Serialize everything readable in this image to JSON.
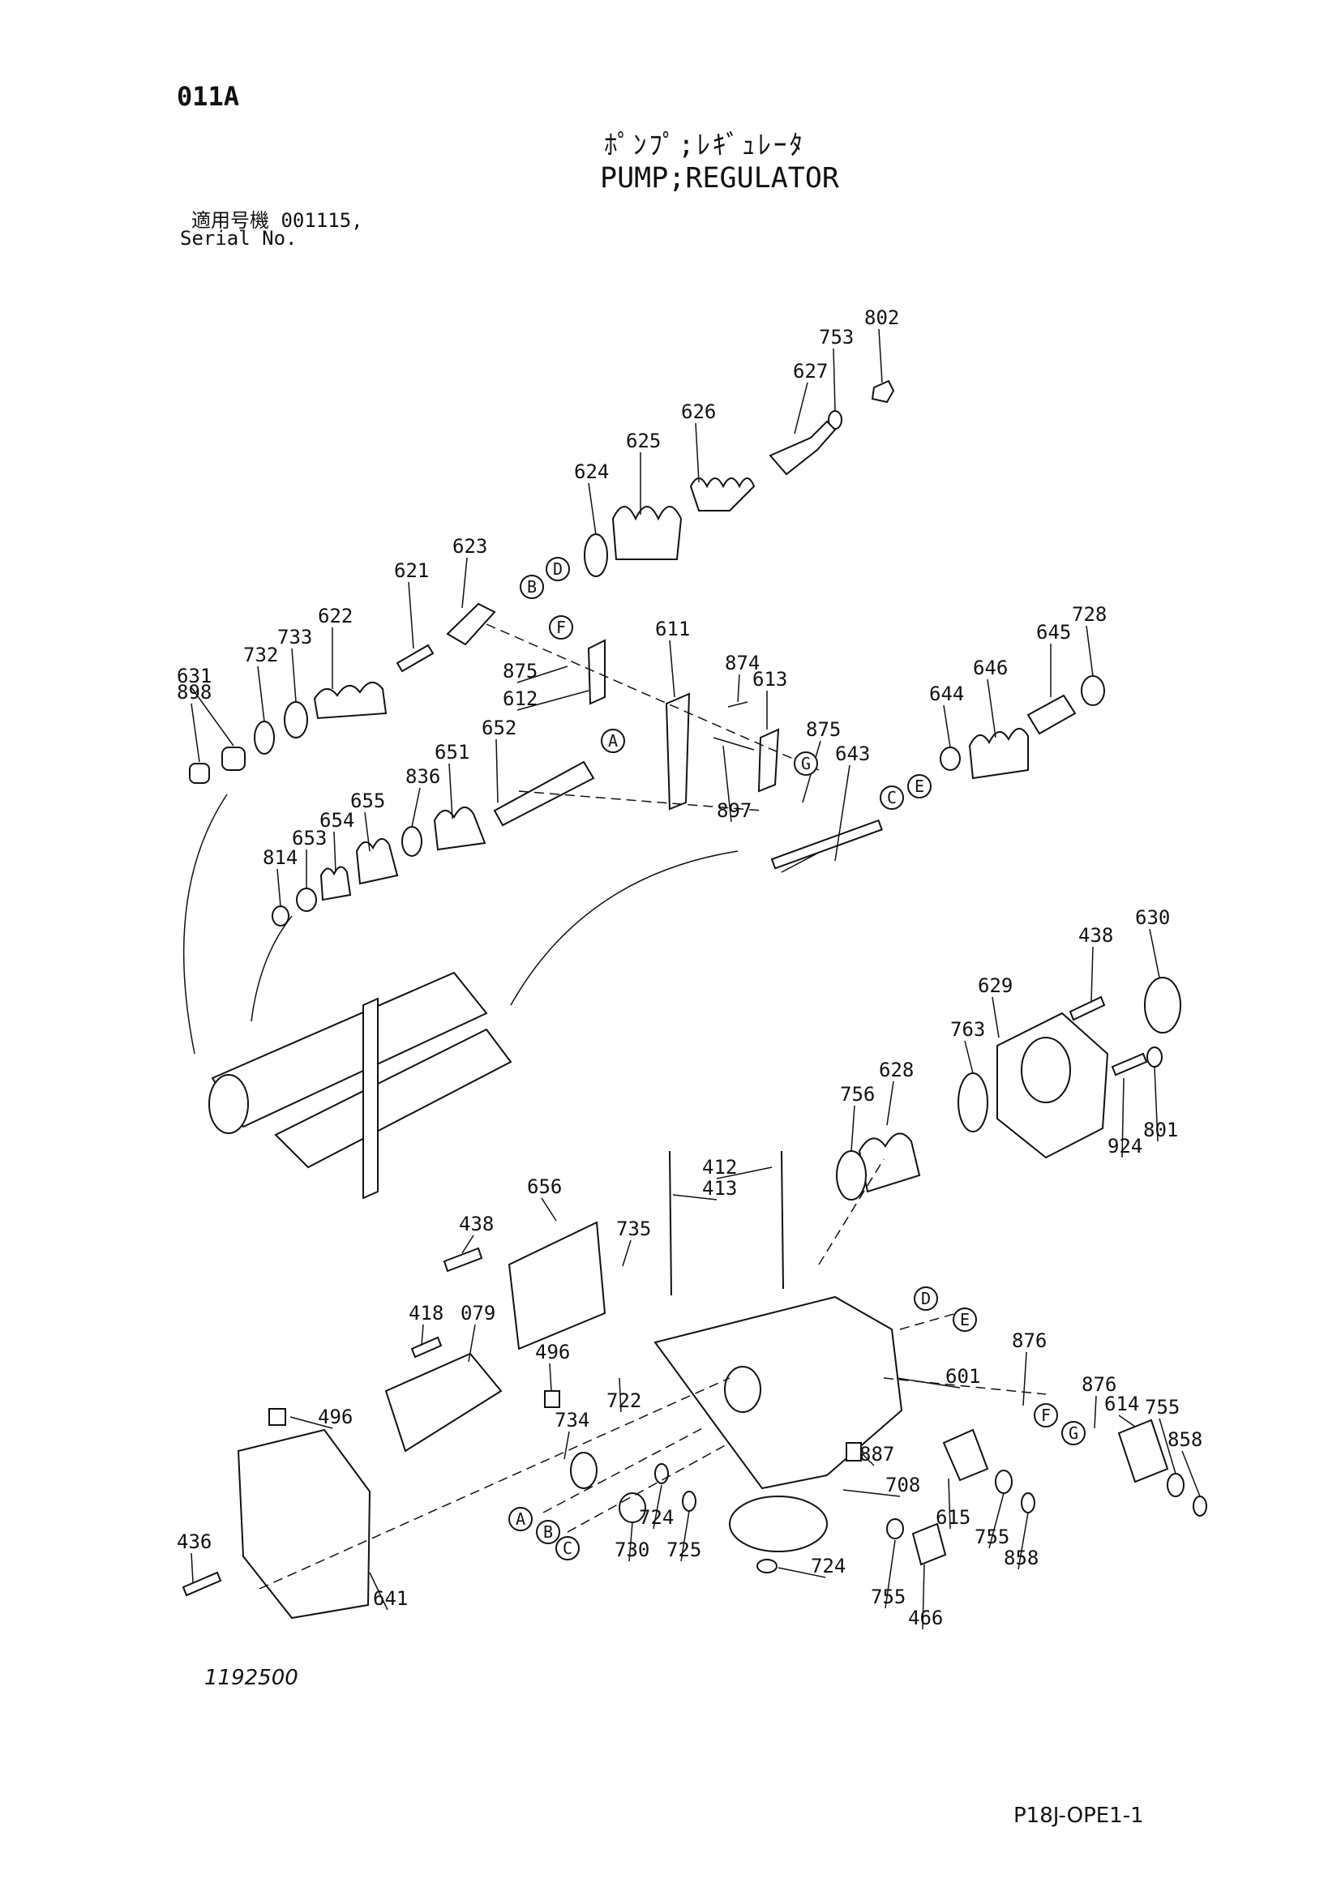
{
  "header": {
    "page_code": "011A",
    "title_jp": "ﾎﾟﾝﾌﾟ;ﾚｷﾞｭﾚｰﾀ",
    "title_en": "PUMP;REGULATOR",
    "serial_label_jp": "適用号機  001115,",
    "serial_label_en": "Serial No."
  },
  "part_labels": [
    "802",
    "753",
    "627",
    "626",
    "625",
    "624",
    "623",
    "621",
    "622",
    "733",
    "732",
    "631",
    "898",
    "611",
    "874",
    "613",
    "875",
    "612",
    "875",
    "897",
    "643",
    "645",
    "728",
    "646",
    "644",
    "652",
    "651",
    "836",
    "655",
    "654",
    "653",
    "814",
    "438",
    "630",
    "629",
    "763",
    "628",
    "756",
    "801",
    "924",
    "412",
    "413",
    "656",
    "735",
    "438",
    "418",
    "079",
    "496",
    "722",
    "734",
    "496",
    "601",
    "876",
    "876",
    "614",
    "755",
    "858",
    "887",
    "708",
    "615",
    "755",
    "858",
    "436",
    "641",
    "724",
    "730",
    "725",
    "724",
    "755",
    "466"
  ],
  "callouts": [
    "A",
    "B",
    "C",
    "D",
    "E",
    "F",
    "G"
  ],
  "footer": {
    "drawing_number": "1192500",
    "page_ref": "P18J-OPE1-1"
  }
}
